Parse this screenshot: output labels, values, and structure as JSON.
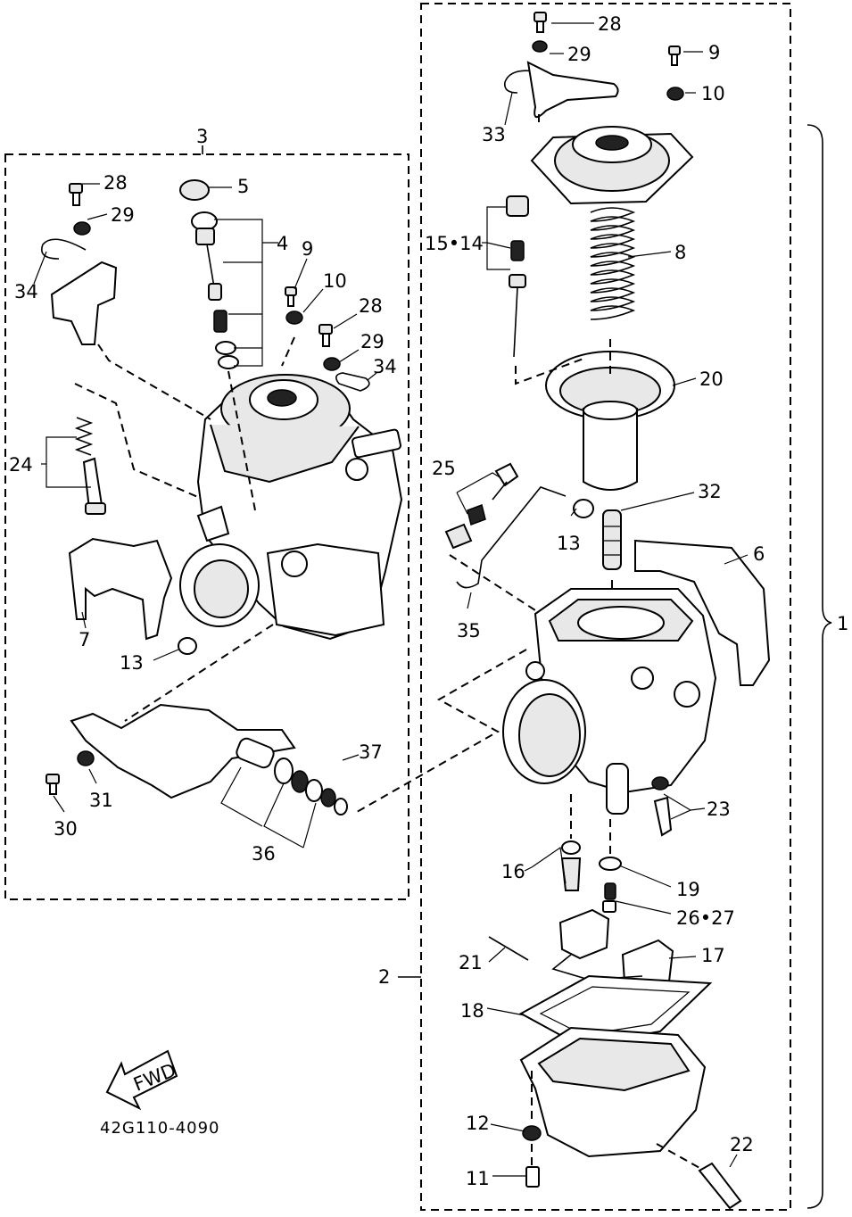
{
  "diagram": {
    "labels": {
      "l1": "1",
      "l2": "2",
      "l3": "3",
      "r28": "28",
      "r29": "29",
      "r9": "9",
      "r10": "10",
      "r33": "33",
      "r15_14": "15•14",
      "r8": "8",
      "r20": "20",
      "r25": "25",
      "r32": "32",
      "r13": "13",
      "r6": "6",
      "r35": "35",
      "r23": "23",
      "r16": "16",
      "r19": "19",
      "r26_27": "26•27",
      "r21": "21",
      "r17": "17",
      "r18": "18",
      "r12": "12",
      "r22": "22",
      "r11": "11",
      "s28a": "28",
      "s29a": "29",
      "s5": "5",
      "s4": "4",
      "s34a": "34",
      "s9": "9",
      "s10": "10",
      "s28b": "28",
      "s29b": "29",
      "s34b": "34",
      "s24": "24",
      "s7": "7",
      "s13": "13",
      "s37": "37",
      "s31": "31",
      "s30": "30",
      "s36": "36"
    },
    "fwd_label": "FWD",
    "drawing_code": "42G110-4090"
  }
}
